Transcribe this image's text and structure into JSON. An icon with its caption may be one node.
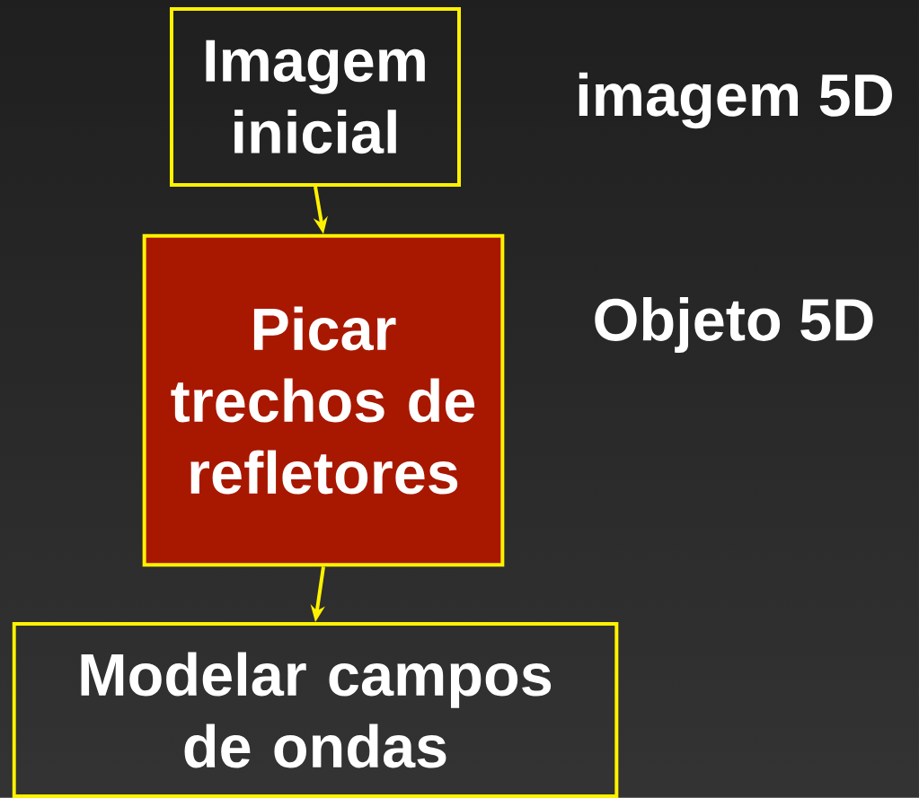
{
  "diagram": {
    "nodes": [
      {
        "text": [
          "Imagem inicial"
        ]
      },
      {
        "text": [
          "Picar trechos de refletores"
        ]
      },
      {
        "text": [
          "Modelar campos de ondas"
        ]
      }
    ],
    "edges": [
      {
        "from": 0,
        "to": 1,
        "arrow": "to"
      },
      {
        "from": 1,
        "to": 2,
        "arrow": "to"
      }
    ],
    "labels": [
      "imagem 5D",
      "Objeto 5D"
    ]
  }
}
